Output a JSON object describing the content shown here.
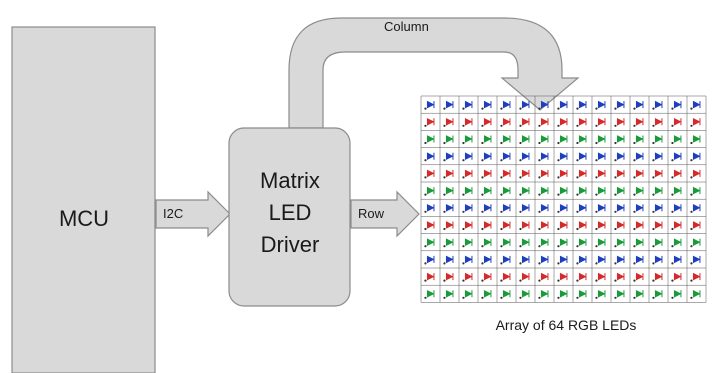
{
  "blocks": {
    "mcu": {
      "label": "MCU"
    },
    "driver": {
      "label_lines": [
        "Matrix",
        "LED",
        "Driver"
      ]
    }
  },
  "arrows": {
    "i2c": {
      "label": "I2C"
    },
    "row": {
      "label": "Row"
    },
    "column": {
      "label": "Column"
    }
  },
  "led_array": {
    "caption": "Array of 64 RGB LEDs",
    "grid_columns": 15,
    "grid_rows": 12,
    "row_colors": [
      "#1f3fbf",
      "#d42a2a",
      "#1a9a3a"
    ]
  },
  "colors": {
    "block_fill": "#d9d9d9",
    "block_stroke": "#8c8c8c",
    "arrow_fill": "#d9d9d9",
    "arrow_stroke": "#8c8c8c"
  }
}
